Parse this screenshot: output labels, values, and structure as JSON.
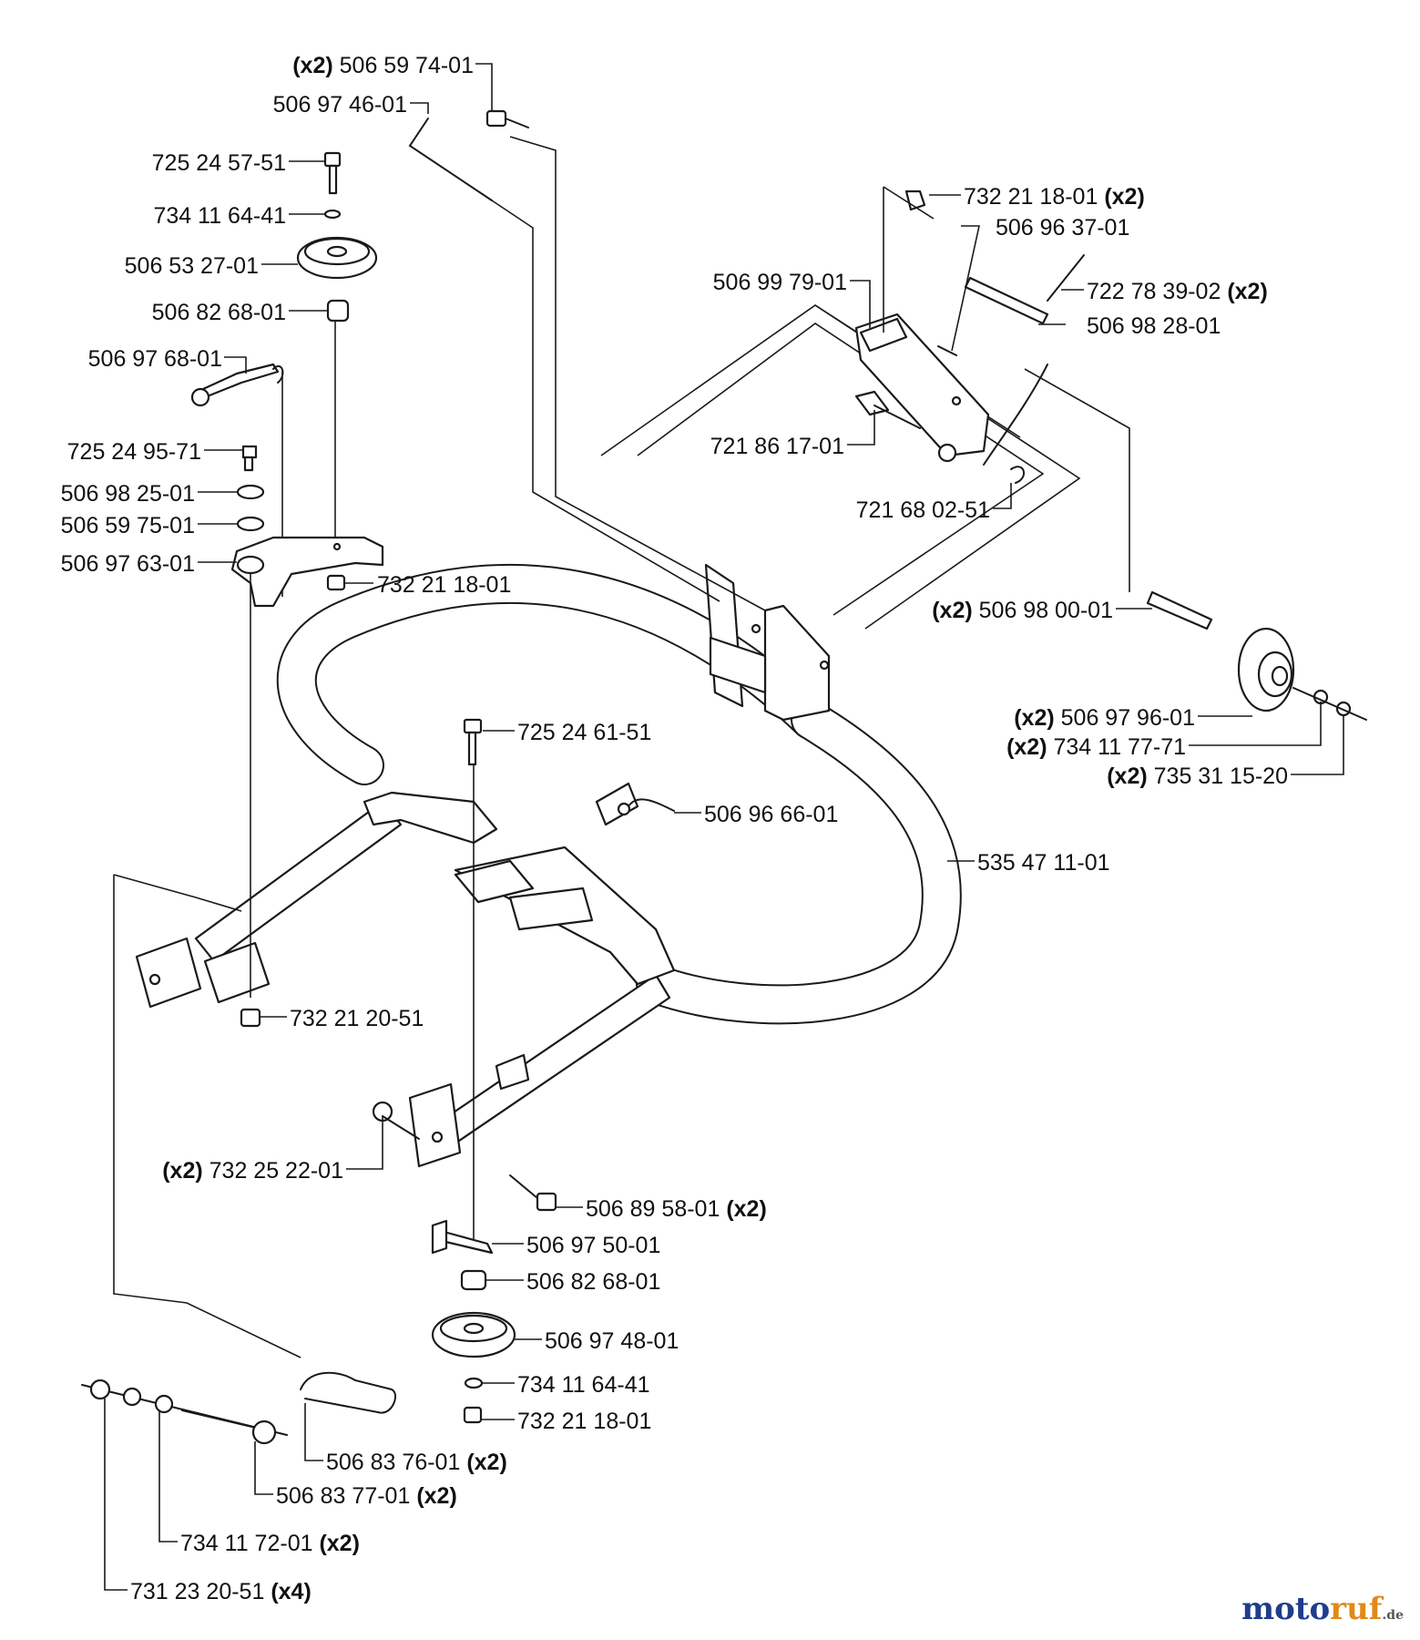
{
  "labels": [
    {
      "id": "l1",
      "qty": "(x2)",
      "part": "506 59 74-01",
      "qty_pos": "before"
    },
    {
      "id": "l2",
      "qty": "",
      "part": "506 97 46-01",
      "qty_pos": "none"
    },
    {
      "id": "l3",
      "qty": "",
      "part": "725 24 57-51",
      "qty_pos": "none"
    },
    {
      "id": "l4",
      "qty": "",
      "part": "734 11 64-41",
      "qty_pos": "none"
    },
    {
      "id": "l5",
      "qty": "",
      "part": "506 53 27-01",
      "qty_pos": "none"
    },
    {
      "id": "l6",
      "qty": "",
      "part": "506 82 68-01",
      "qty_pos": "none"
    },
    {
      "id": "l7",
      "qty": "",
      "part": "506 97 68-01",
      "qty_pos": "none"
    },
    {
      "id": "l8",
      "qty": "",
      "part": "725 24 95-71",
      "qty_pos": "none"
    },
    {
      "id": "l9",
      "qty": "",
      "part": "506 98 25-01",
      "qty_pos": "none"
    },
    {
      "id": "l10",
      "qty": "",
      "part": "506 59 75-01",
      "qty_pos": "none"
    },
    {
      "id": "l11",
      "qty": "",
      "part": "506 97 63-01",
      "qty_pos": "none"
    },
    {
      "id": "l12",
      "qty": "",
      "part": "732 21 18-01",
      "qty_pos": "none"
    },
    {
      "id": "l13",
      "qty": "(x2)",
      "part": "732 21 18-01",
      "qty_pos": "after"
    },
    {
      "id": "l14",
      "qty": "",
      "part": "506 96 37-01",
      "qty_pos": "none"
    },
    {
      "id": "l15",
      "qty": "",
      "part": "506 99 79-01",
      "qty_pos": "none"
    },
    {
      "id": "l16",
      "qty": "(x2)",
      "part": "722 78 39-02",
      "qty_pos": "after"
    },
    {
      "id": "l17",
      "qty": "",
      "part": "506 98 28-01",
      "qty_pos": "none"
    },
    {
      "id": "l18",
      "qty": "",
      "part": "721 86 17-01",
      "qty_pos": "none"
    },
    {
      "id": "l19",
      "qty": "",
      "part": "721 68 02-51",
      "qty_pos": "none"
    },
    {
      "id": "l20",
      "qty": "(x2)",
      "part": "506 98 00-01",
      "qty_pos": "before"
    },
    {
      "id": "l21",
      "qty": "(x2)",
      "part": "506 97 96-01",
      "qty_pos": "before"
    },
    {
      "id": "l22",
      "qty": "(x2)",
      "part": "734 11 77-71",
      "qty_pos": "before"
    },
    {
      "id": "l23",
      "qty": "(x2)",
      "part": "735 31 15-20",
      "qty_pos": "before"
    },
    {
      "id": "l24",
      "qty": "",
      "part": "725 24 61-51",
      "qty_pos": "none"
    },
    {
      "id": "l25",
      "qty": "",
      "part": "506 96 66-01",
      "qty_pos": "none"
    },
    {
      "id": "l26",
      "qty": "",
      "part": "535 47 11-01",
      "qty_pos": "none"
    },
    {
      "id": "l27",
      "qty": "",
      "part": "732 21 20-51",
      "qty_pos": "none"
    },
    {
      "id": "l28",
      "qty": "(x2)",
      "part": "732 25 22-01",
      "qty_pos": "before"
    },
    {
      "id": "l29",
      "qty": "(x2)",
      "part": "506 89 58-01",
      "qty_pos": "after"
    },
    {
      "id": "l30",
      "qty": "",
      "part": "506 97 50-01",
      "qty_pos": "none"
    },
    {
      "id": "l31",
      "qty": "",
      "part": "506 82 68-01",
      "qty_pos": "none"
    },
    {
      "id": "l32",
      "qty": "",
      "part": "506 97 48-01",
      "qty_pos": "none"
    },
    {
      "id": "l33",
      "qty": "",
      "part": "734 11 64-41",
      "qty_pos": "none"
    },
    {
      "id": "l34",
      "qty": "",
      "part": "732 21 18-01",
      "qty_pos": "none"
    },
    {
      "id": "l35",
      "qty": "(x2)",
      "part": "506 83 76-01",
      "qty_pos": "after"
    },
    {
      "id": "l36",
      "qty": "(x2)",
      "part": "506 83 77-01",
      "qty_pos": "after"
    },
    {
      "id": "l37",
      "qty": "(x2)",
      "part": "734 11 72-01",
      "qty_pos": "after"
    },
    {
      "id": "l38",
      "qty": "(x4)",
      "part": "731 23 20-51",
      "qty_pos": "after"
    }
  ],
  "watermark": {
    "a": "moto",
    "b": "ruf",
    "c": ".de"
  },
  "colors": {
    "line": "#1a1a1a",
    "watermark_blue": "#1f3d8c",
    "watermark_orange": "#e08a1a"
  }
}
